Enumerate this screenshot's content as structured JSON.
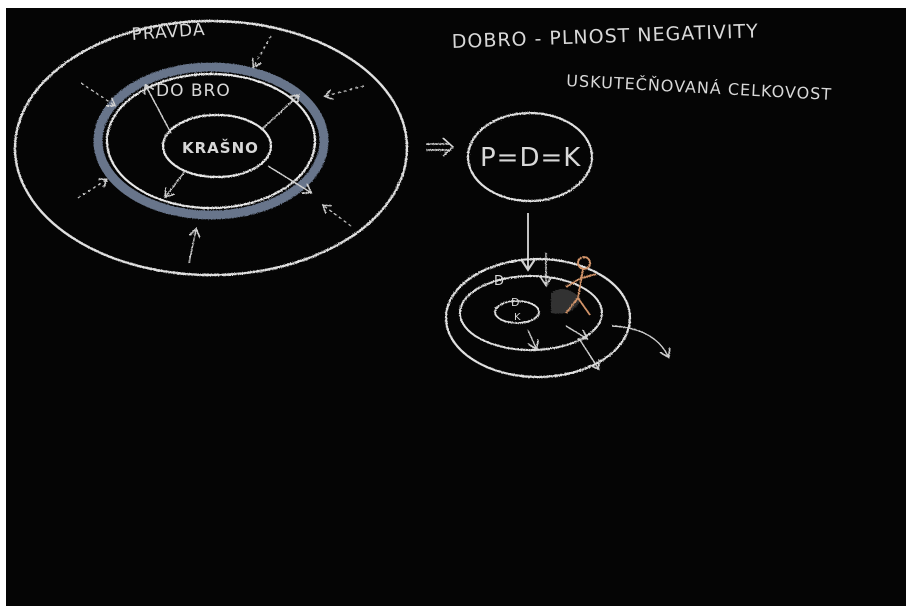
{
  "image": {
    "subject": "chalkboard diagram",
    "colors": {
      "board": "#050505",
      "chalk": "#d8d8d8",
      "blue_chalk": "#8a9bb8",
      "orange_chalk": "#d4956a"
    }
  },
  "labels": {
    "pravda": "PRAVDA",
    "dobro": "DO BRO",
    "krasno": "KRAŠNO",
    "equation": "P=D=K",
    "heading_line1": "DOBRO - PLNOST NEGATIVITY",
    "heading_line2": "USKUTEČŇOVANÁ CELKOVOST",
    "small_d": "D",
    "small_inner_d": "D",
    "small_inner_k": "K"
  }
}
